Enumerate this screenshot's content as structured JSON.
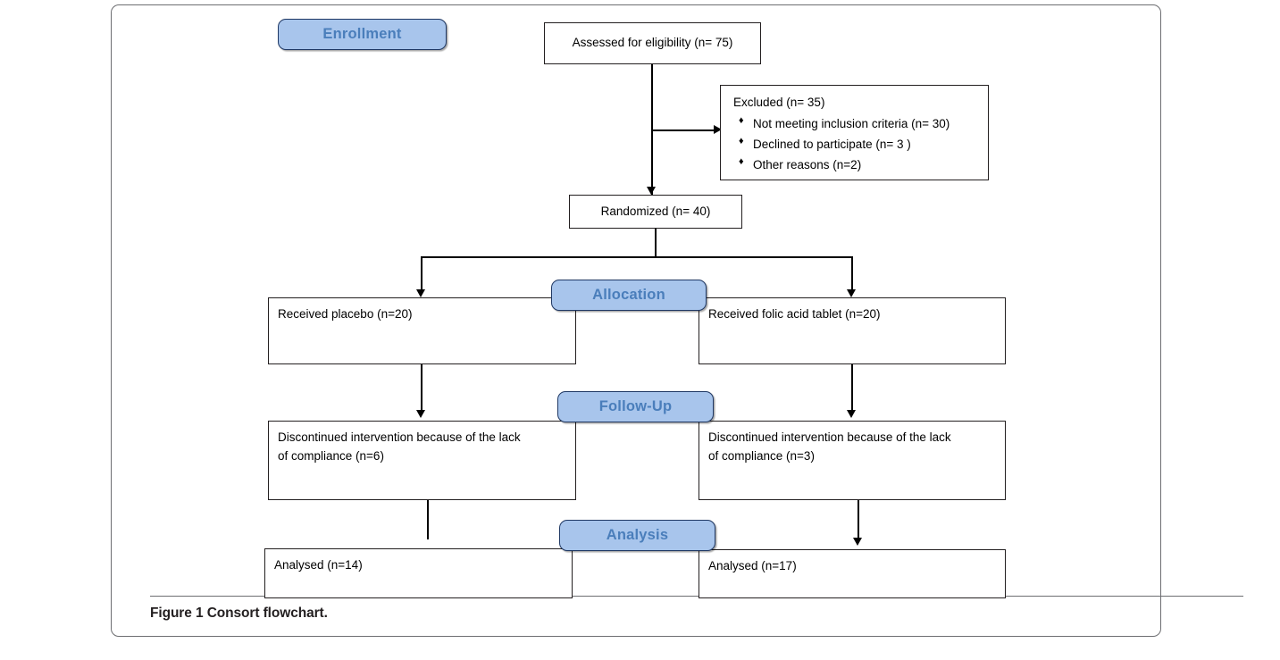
{
  "figure": {
    "caption_number": "Figure 1",
    "caption_text": " Consort flowchart."
  },
  "colors": {
    "badge_fill": "#a8c5ec",
    "badge_border": "#1f3864",
    "badge_text": "#4a7ebb",
    "box_border": "#231f20",
    "frame_border": "#6d6e71",
    "connector": "#000000"
  },
  "stages": {
    "enrollment": "Enrollment",
    "allocation": "Allocation",
    "followup": "Follow-Up",
    "analysis": "Analysis"
  },
  "nodes": {
    "assessed": "Assessed for eligibility (n= 75)",
    "randomized": "Randomized (n= 40)",
    "excluded": {
      "title": "Excluded (n= 35)",
      "bullet_glyph": "♦",
      "reasons": [
        "Not meeting inclusion criteria (n= 30)",
        "Declined to participate (n= 3 )",
        "Other reasons (n=2)"
      ]
    },
    "allocation_left": "Received placebo (n=20)",
    "allocation_right": "Received folic acid tablet (n=20)",
    "followup_left_line1": "Discontinued intervention because of the lack",
    "followup_left_line2": "of compliance (n=6)",
    "followup_right_line1": "Discontinued intervention because of the lack",
    "followup_right_line2": "of compliance (n=3)",
    "analysis_left": "Analysed (n=14)",
    "analysis_right": "Analysed (n=17)"
  },
  "chart_data": {
    "type": "diagram",
    "title": "Consort flowchart",
    "flow": [
      {
        "stage": "Enrollment",
        "node": "Assessed for eligibility",
        "n": 75
      },
      {
        "stage": "Enrollment",
        "node": "Excluded",
        "n": 35,
        "breakdown": [
          {
            "label": "Not meeting inclusion criteria",
            "n": 30
          },
          {
            "label": "Declined to participate",
            "n": 3
          },
          {
            "label": "Other reasons",
            "n": 2
          }
        ]
      },
      {
        "stage": "Enrollment",
        "node": "Randomized",
        "n": 40
      },
      {
        "stage": "Allocation",
        "arm": "placebo",
        "node": "Received placebo",
        "n": 20
      },
      {
        "stage": "Allocation",
        "arm": "folic acid",
        "node": "Received folic acid tablet",
        "n": 20
      },
      {
        "stage": "Follow-Up",
        "arm": "placebo",
        "node": "Discontinued intervention because of the lack of compliance",
        "n": 6
      },
      {
        "stage": "Follow-Up",
        "arm": "folic acid",
        "node": "Discontinued intervention because of the lack of compliance",
        "n": 3
      },
      {
        "stage": "Analysis",
        "arm": "placebo",
        "node": "Analysed",
        "n": 14
      },
      {
        "stage": "Analysis",
        "arm": "folic acid",
        "node": "Analysed",
        "n": 17
      }
    ]
  }
}
